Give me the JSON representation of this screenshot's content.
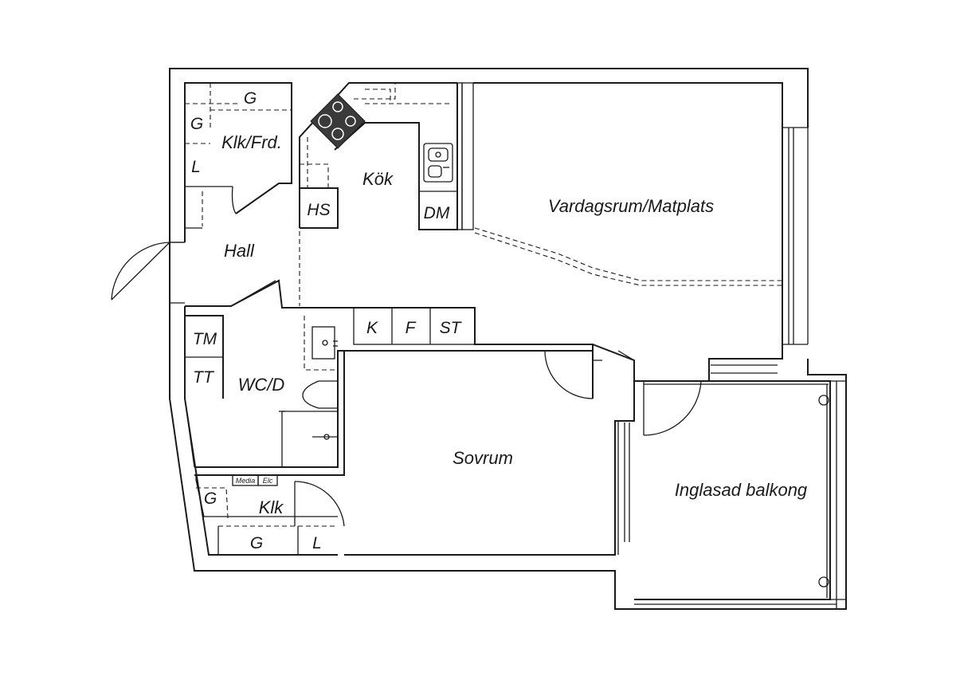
{
  "rooms": {
    "closet_top": "Klk/Frd.",
    "kitchen": "Kök",
    "living": "Vardagsrum/Matplats",
    "hall": "Hall",
    "bath": "WC/D",
    "bedroom": "Sovrum",
    "closet_bottom": "Klk",
    "balcony": "Inglasad balkong"
  },
  "fixtures": {
    "g_top": "G",
    "g_side": "G",
    "l_top": "L",
    "hs": "HS",
    "dm": "DM",
    "k": "K",
    "f": "F",
    "st": "ST",
    "tm": "TM",
    "tt": "TT",
    "g_klk": "G",
    "g_bottom": "G",
    "l_bottom": "L",
    "media": "Media",
    "elc": "Elc"
  },
  "colors": {
    "line": "#1a1a1a",
    "stove": "#3a3a3a",
    "background": "#ffffff"
  }
}
